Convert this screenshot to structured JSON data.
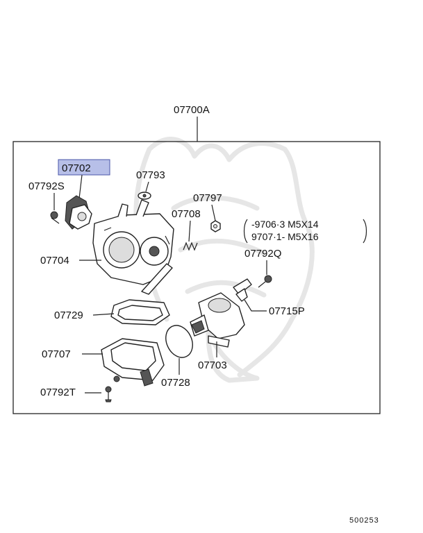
{
  "assembly": {
    "code": "07700A"
  },
  "highlighted_part": {
    "code": "07702",
    "fill": "#b7bfe8",
    "stroke": "#4a55a8"
  },
  "parts": {
    "p07792S": "07792S",
    "p07793": "07793",
    "p07797": "07797",
    "p07708": "07708",
    "p07704": "07704",
    "p07792Q": "07792Q",
    "p07729": "07729",
    "p07715P": "07715P",
    "p07707": "07707",
    "p07703": "07703",
    "p07728": "07728",
    "p07792T": "07792T"
  },
  "spec_note": {
    "line1": "-9706·3  M5X14",
    "line2": "9707·1-  M5X16"
  },
  "figure_number": "500253"
}
